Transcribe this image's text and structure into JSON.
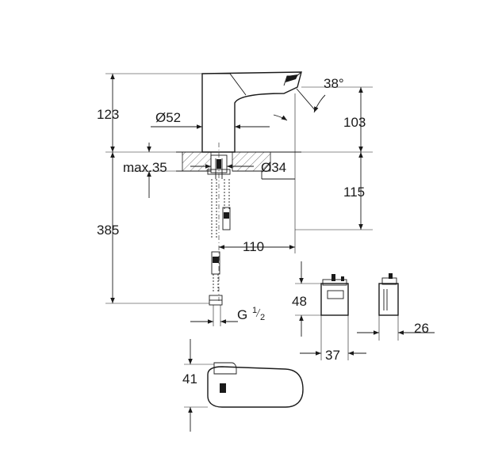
{
  "dimensions": {
    "height_top": "123",
    "angle": "38",
    "angle_unit": "°",
    "spout_height": "103",
    "diameter_52": "Ø52",
    "max_thickness": "max.35",
    "diameter_34": "Ø34",
    "below_height": "115",
    "total_height": "385",
    "projection": "110",
    "thread_main": "G",
    "thread_num": "1",
    "thread_den": "2",
    "box_height": "48",
    "box_width": "37",
    "box_depth": "26",
    "plan_width": "41"
  },
  "colors": {
    "ink": "#1a1a1a",
    "background": "#ffffff"
  }
}
